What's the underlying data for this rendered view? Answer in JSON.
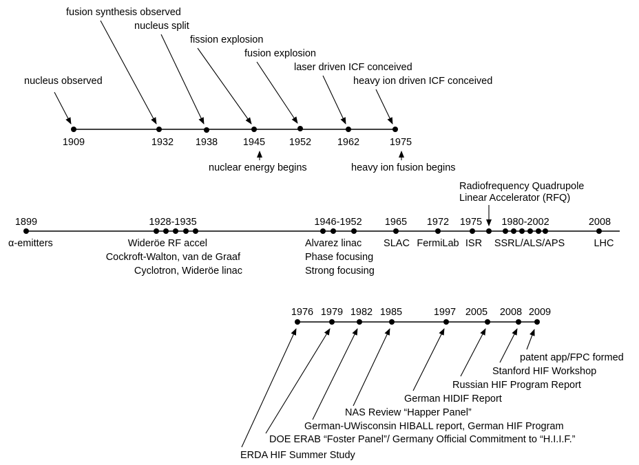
{
  "timeline_top": {
    "years": [
      "1909",
      "1932",
      "1938",
      "1945",
      "1952",
      "1962",
      "1975"
    ],
    "events_above": [
      "nucleus observed",
      "fusion synthesis observed",
      "nucleus split",
      "fission explosion",
      "fusion explosion",
      "laser driven ICF conceived",
      "heavy ion driven ICF conceived"
    ],
    "events_below": [
      "nuclear energy begins",
      "heavy ion fusion begins"
    ]
  },
  "timeline_middle": {
    "year_labels": [
      "1899",
      "1928-1935",
      "1946-1952",
      "1965",
      "1972",
      "1975",
      "1980-2002",
      "2008"
    ],
    "event_labels": {
      "alpha": "α-emitters",
      "wideroe_rf": "Wideröe RF accel",
      "cockroft": "Cockroft-Walton, van de Graaf",
      "cyclotron": "Cyclotron, Wideröe linac",
      "alvarez": "Alvarez linac",
      "phase": "Phase focusing",
      "strong": "Strong focusing",
      "slac": "SLAC",
      "fermilab": "FermiLab",
      "isr": "ISR",
      "ssrl": "SSRL/ALS/APS",
      "lhc": "LHC"
    },
    "rfq_line1": "Radiofrequency Quadrupole",
    "rfq_line2": "Linear Accelerator (RFQ)"
  },
  "timeline_bottom": {
    "years": [
      "1976",
      "1979",
      "1982",
      "1985",
      "1997",
      "2005",
      "2008",
      "2009"
    ],
    "events": [
      "ERDA HIF Summer Study",
      "DOE ERAB “Foster Panel”/ Germany Official Commitment to “H.I.I.F.”",
      "German-UWisconsin HIBALL report, German HIF Program",
      "NAS Review “Happer Panel”",
      "German HIDIF Report",
      "Russian HIF Program Report",
      "Stanford HIF Workshop",
      "patent app/FPC formed"
    ]
  }
}
